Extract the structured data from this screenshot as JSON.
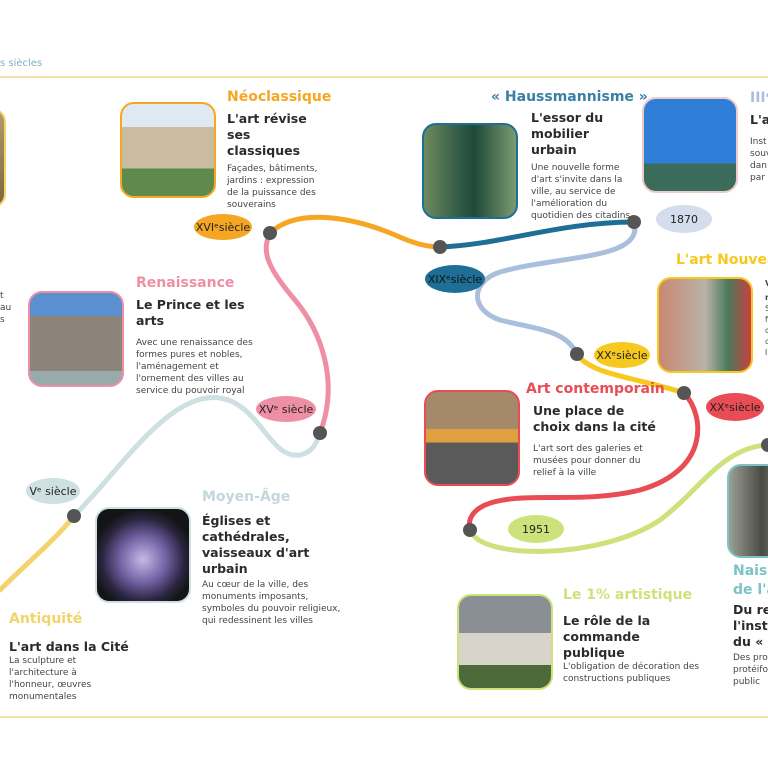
{
  "header": {
    "title_fragment": "s siècles"
  },
  "colors": {
    "antiquite": "#f3d36b",
    "moyen_age": "#cfe0e3",
    "renaissance": "#ee8fa5",
    "neoclassique": "#f5a623",
    "haussmann": "#1f6e96",
    "troisieme": "#a9bfdc",
    "art_nouveau": "#f7c81e",
    "contemporain": "#e94c55",
    "un_pourcent": "#cde27a",
    "naissance": "#7cc3c6",
    "dot": "#555555"
  },
  "periods": {
    "antiquite": {
      "era": "Antiquité",
      "title": "L'art dans la Cité",
      "text": "La sculpture et l'architecture à l'honneur, œuvres monumentales"
    },
    "moyen_age": {
      "era": "Moyen-Âge",
      "title": "Églises et cathédrales, vaisseaux d'art urbain",
      "text": "Au cœur de la ville, des monuments imposants, symboles du pouvoir religieux, qui redessinent les villes"
    },
    "renaissance": {
      "era": "Renaissance",
      "title": "Le Prince et les arts",
      "text": "Avec une renaissance des formes pures et nobles, l'aménagement et l'ornement des villes au service du pouvoir royal"
    },
    "neoclassique": {
      "era": "Néoclassique",
      "title": "L'art révise ses classiques",
      "text": "Façades, bâtiments, jardins : expression de la puissance des souverains"
    },
    "haussmann": {
      "era": "« Haussmannisme »",
      "title": "L'essor du mobilier urbain",
      "text": "Une nouvelle forme d'art s'invite dans la ville, au service de l'amélioration du quotidien des citadins"
    },
    "troisieme": {
      "era": "IIIᵉ",
      "title": "L'ar",
      "text_lines": [
        "Inst",
        "souv",
        "dan",
        "par"
      ]
    },
    "art_nouveau": {
      "era": "L'art Nouveau",
      "text_lines": [
        "V",
        "r",
        "S",
        "f",
        "c",
        "c",
        "l"
      ]
    },
    "contemporain": {
      "era": "Art contemporain",
      "title": "Une place de choix dans la cité",
      "text": "L'art sort des galeries et musées pour donner du relief à la ville"
    },
    "un_pourcent": {
      "era": "Le 1% artistique",
      "title": "Le rôle de la commande publique",
      "text": "L'obligation de décoration des constructions publiques"
    },
    "naissance": {
      "era_lines": [
        "Naiss",
        "de l'a"
      ],
      "title_lines": [
        "Du rej",
        "l'instit",
        "du « s"
      ],
      "text_lines": [
        "Des pro",
        "protéifo",
        "public"
      ]
    },
    "left_fragment": {
      "text_lines": [
        "t",
        "au",
        "s"
      ]
    }
  },
  "milestones": {
    "v": "Vᵉ siècle",
    "xv": "XVᵉ siècle",
    "xvi": "XVIᵉsiècle",
    "xix": "XIXᵉsiècle",
    "y1870": "1870",
    "xx_a": "XXᵉsiècle",
    "xx_b": "XXᵉsiècle",
    "y1951": "1951"
  }
}
